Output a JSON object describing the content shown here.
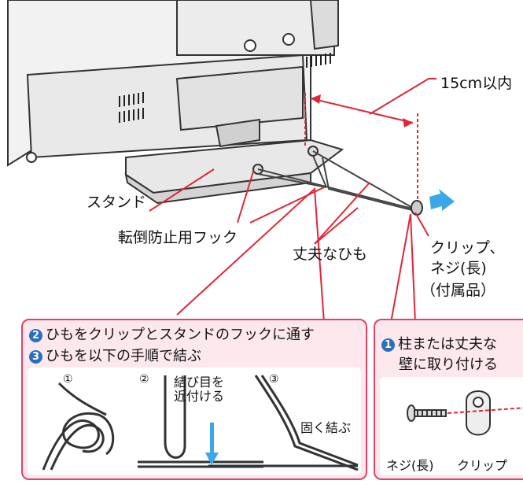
{
  "labels": {
    "distance": "15cm以内",
    "stand": "スタンド",
    "hook": "転倒防止用フック",
    "string": "丈夫なひも",
    "clip_line1": "クリップ、",
    "clip_line2": "ネジ(長)",
    "clip_line3": "（付属品）"
  },
  "panel_left": {
    "step2_num": "2",
    "step2_text": "ひもをクリップとスタンドのフックに通す",
    "step3_num": "3",
    "step3_text": "ひもを以下の手順で結ぶ",
    "knot_steps": [
      "①",
      "②",
      "③"
    ],
    "note_tighten_1": "結び目を",
    "note_tighten_2": "近付ける",
    "note_tie": "固く結ぶ"
  },
  "panel_right": {
    "step1_num": "1",
    "step1_line1": "柱または丈夫な",
    "step1_line2": "壁に取り付ける",
    "screw_label": "ネジ(長)",
    "clip_label": "クリップ"
  },
  "colors": {
    "accent_red": "#e0263a",
    "panel_border": "#e0426a",
    "panel_fill": "#fde8ee",
    "number_blue": "#2a6fbf",
    "arrow_blue": "#3aa8e8"
  }
}
